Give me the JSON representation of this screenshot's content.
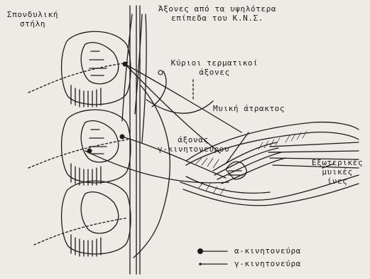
{
  "labels": {
    "spinal_column": [
      "Σπονδυλική",
      "στήλη"
    ],
    "higher_axons": [
      "Άξονες από τα υψηλότερα",
      "επίπεδα του Κ.Ν.Σ."
    ],
    "main_terminal": [
      "Κύριοι τερματικοί",
      "άξονες"
    ],
    "muscle_spindle": "Μυική άτρακτος",
    "gamma_axon": [
      "άξονας",
      "γ-κινητονεύρου"
    ],
    "extrafusal": [
      "Εξωτερικές",
      "μυικές",
      "ίνες"
    ]
  },
  "legend": {
    "alpha": "α-κινητονεύρα",
    "gamma": "γ-κινητονεύρα"
  },
  "colors": {
    "ink": "#1c1c1c",
    "paper": "#ecebe6"
  }
}
